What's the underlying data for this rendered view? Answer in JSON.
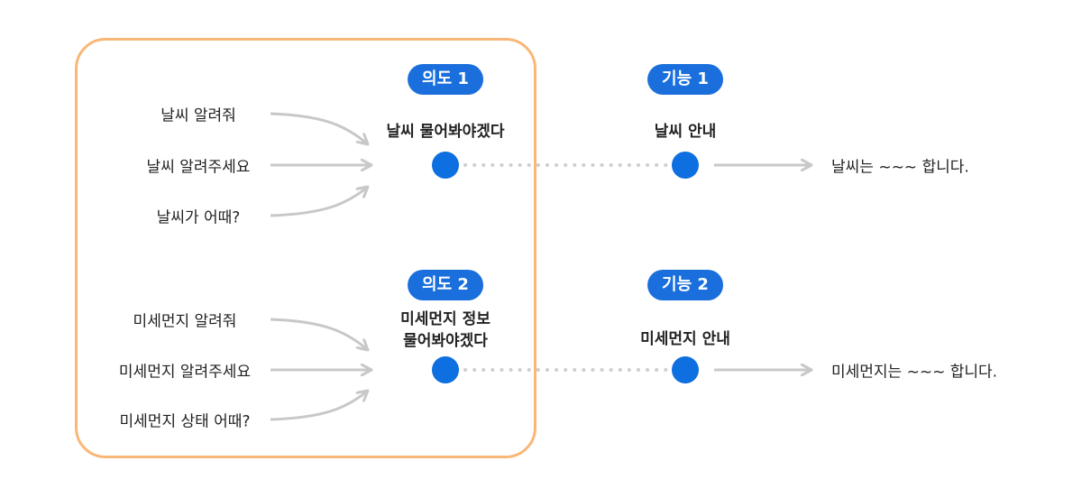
{
  "intents": [
    {
      "badge": "의도 1",
      "name": "날씨 물어봐야겠다",
      "utterances": [
        "날씨 알려줘",
        "날씨 알려주세요",
        "날씨가 어때?"
      ],
      "function": {
        "badge": "기능 1",
        "name": "날씨 안내",
        "response": "날씨는 ~~~ 합니다."
      }
    },
    {
      "badge": "의도 2",
      "name_lines": [
        "미세먼지 정보",
        "물어봐야겠다"
      ],
      "utterances": [
        "미세먼지 알려줘",
        "미세먼지 알려주세요",
        "미세먼지 상태 어때?"
      ],
      "function": {
        "badge": "기능 2",
        "name": "미세먼지 안내",
        "response": "미세먼지는 ~~~ 합니다."
      }
    }
  ],
  "colors": {
    "box_border": "#f9b777",
    "accent": "#1a6fdc",
    "arrow": "#c8c8c8",
    "dots": "#cfcfcf"
  }
}
